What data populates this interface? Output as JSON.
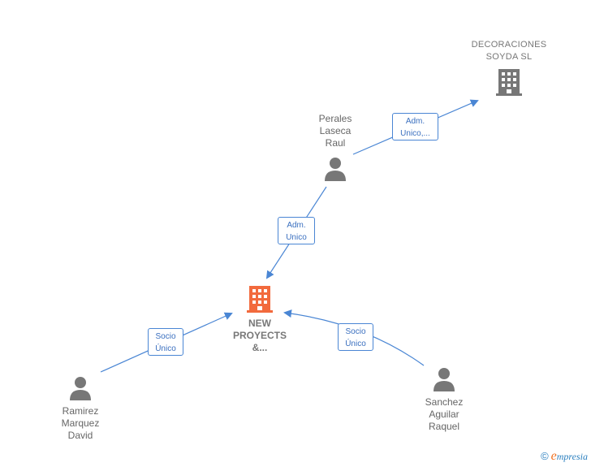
{
  "nodes": {
    "decoraciones": {
      "label": "DECORACIONES\nSOYDA SL",
      "icon": "building-icon",
      "color": "#777777"
    },
    "perales": {
      "label": "Perales\nLaseca\nRaul",
      "icon": "person-icon",
      "color": "#777777"
    },
    "new_proyects": {
      "label": "NEW\nPROYECTS\n&...",
      "icon": "building-icon",
      "color": "#f26a3d"
    },
    "ramirez": {
      "label": "Ramirez\nMarquez\nDavid",
      "icon": "person-icon",
      "color": "#777777"
    },
    "sanchez": {
      "label": "Sanchez\nAguilar\nRaquel",
      "icon": "person-icon",
      "color": "#777777"
    }
  },
  "edges": {
    "perales_decoraciones": "Adm.\nUnico,...",
    "perales_new_proyects": "Adm.\nUnico",
    "ramirez_new_proyects": "Socio\nÚnico",
    "sanchez_new_proyects": "Socio\nÚnico"
  },
  "footer": {
    "copyright": "©",
    "brand_initial": "e",
    "brand_rest": "mpresia"
  },
  "colors": {
    "link": "#4a86d4",
    "accent": "#f26a3d",
    "neutral": "#777777"
  }
}
